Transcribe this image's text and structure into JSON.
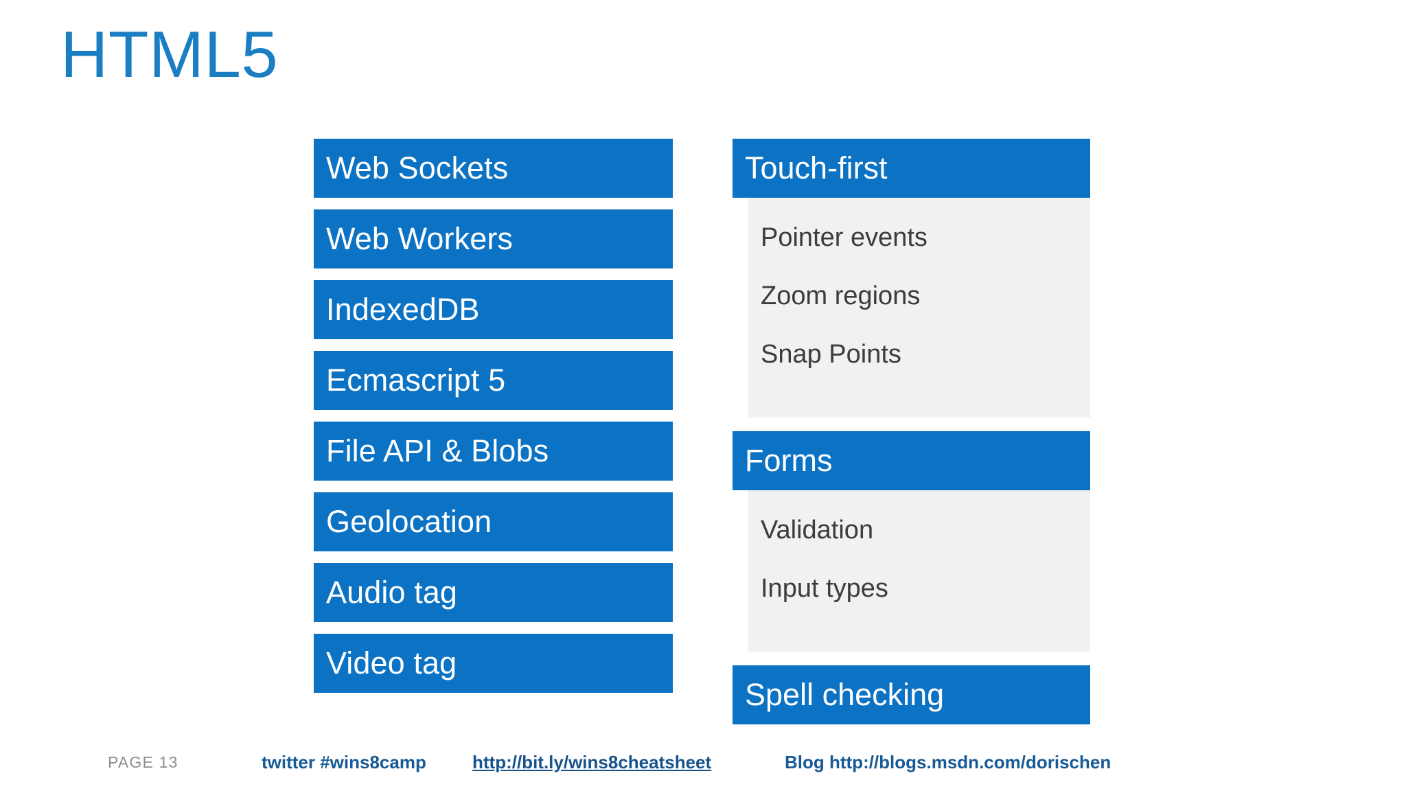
{
  "slide": {
    "title": "HTML5",
    "accent_blue": "#0b72c4",
    "title_blue": "#1b7ec2",
    "panel_gray": "#f1f0f2",
    "sub_text_gray": "#3c3c3c",
    "footer_blue": "#175a95"
  },
  "left_column": {
    "tiles": [
      {
        "label": "Web Sockets"
      },
      {
        "label": "Web Workers"
      },
      {
        "label": "IndexedDB"
      },
      {
        "label": "Ecmascript 5"
      },
      {
        "label": "File API & Blobs"
      },
      {
        "label": "Geolocation"
      },
      {
        "label": "Audio tag"
      },
      {
        "label": "Video tag"
      }
    ]
  },
  "right_column": {
    "groups": [
      {
        "header": "Touch-first",
        "items": [
          {
            "label": "Pointer events"
          },
          {
            "label": "Zoom regions"
          },
          {
            "label": "Snap Points"
          }
        ]
      },
      {
        "header": "Forms",
        "items": [
          {
            "label": "Validation"
          },
          {
            "label": "Input types"
          }
        ]
      },
      {
        "header": "Spell checking",
        "items": []
      }
    ]
  },
  "footer": {
    "page": "PAGE 13",
    "twitter": "twitter #wins8camp",
    "link": " http://bit.ly/wins8cheatsheet",
    "blog": "Blog http://blogs.msdn.com/dorischen"
  }
}
